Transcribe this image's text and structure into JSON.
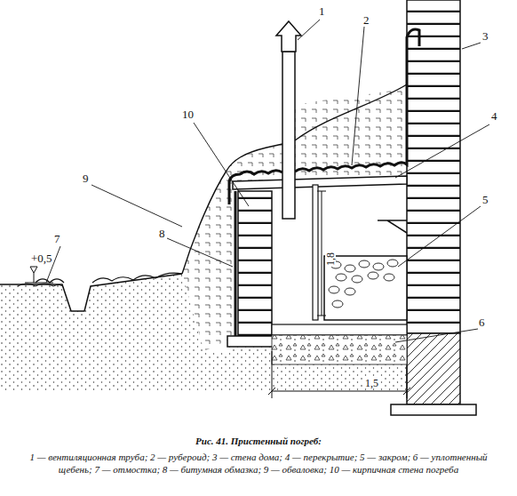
{
  "diagram": {
    "caption": "Рис. 41. Пристенный погреб:",
    "labels": [
      "1",
      "2",
      "3",
      "4",
      "5",
      "6",
      "7",
      "8",
      "9",
      "10",
      "+0,5",
      "1,8",
      "1,5",
      "1 — вентиляционная труба; 2 — рубероид; 3 — стена дома; 4 — перекрытие; 5 — закром; 6 — уплотненный щебень; 7 — отмостка; 8 — битумная обмазка; 9 — обваловка; 10 — кирпичная стена погреба"
    ]
  }
}
